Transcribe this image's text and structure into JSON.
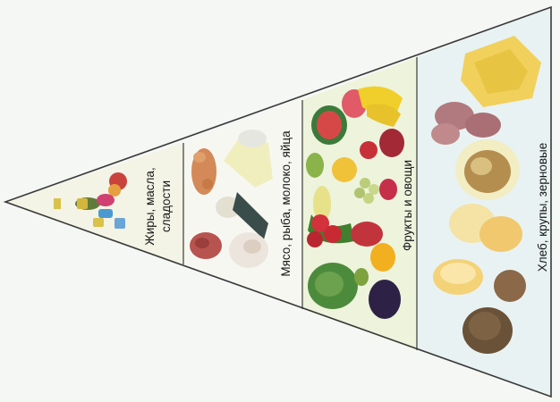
{
  "tiers": [
    {
      "id": "fats",
      "label_lines": [
        "Жиры, масла,",
        "сладости"
      ]
    },
    {
      "id": "protein",
      "label_lines": [
        "Мясо, рыба, молоко, яйца"
      ]
    },
    {
      "id": "fruit",
      "label_lines": [
        "Фрукты и овощи"
      ]
    },
    {
      "id": "grains",
      "label_lines": [
        "Хлеб, крупы, зерновые"
      ]
    }
  ],
  "colors": {
    "outline": "#3a3a3a",
    "fats_bg": "#f3f3e6",
    "protein_bg": "#f7f7f2",
    "fruit_bg": "#eef3dc",
    "grains_bg": "#e8f2f3"
  }
}
